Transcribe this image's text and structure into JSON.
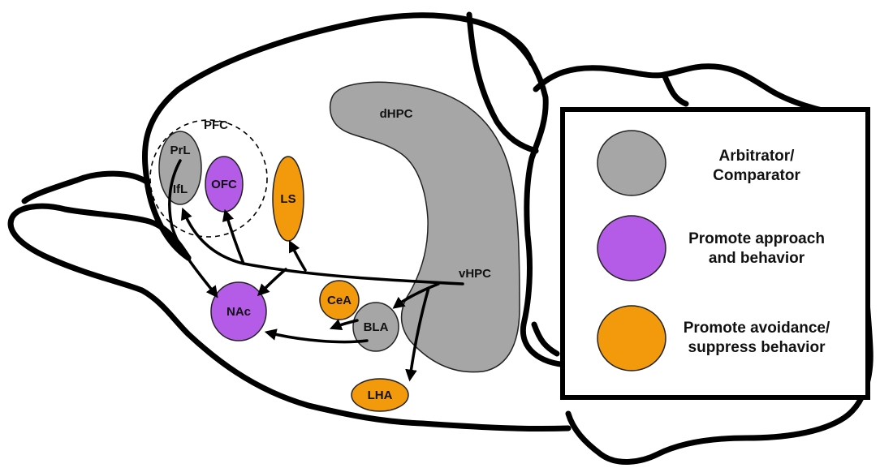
{
  "colors": {
    "arbitrator": "#a6a6a6",
    "approach": "#b45ce8",
    "avoidance": "#f29a0c",
    "outline": "#000000",
    "background": "#ffffff"
  },
  "regions": {
    "pfc": "PFC",
    "prl": "PrL",
    "ifl": "IfL",
    "ofc": "OFC",
    "ls": "LS",
    "dhpc": "dHPC",
    "vhpc": "vHPC",
    "nac": "NAc",
    "cea": "CeA",
    "bla": "BLA",
    "lha": "LHA"
  },
  "legend": {
    "items": [
      {
        "key": "arbitrator",
        "line1": "Arbitrator/",
        "line2": "Comparator"
      },
      {
        "key": "approach",
        "line1": "Promote approach",
        "line2": "and behavior"
      },
      {
        "key": "avoidance",
        "line1": "Promote avoidance/",
        "line2": "suppress behavior"
      }
    ]
  }
}
